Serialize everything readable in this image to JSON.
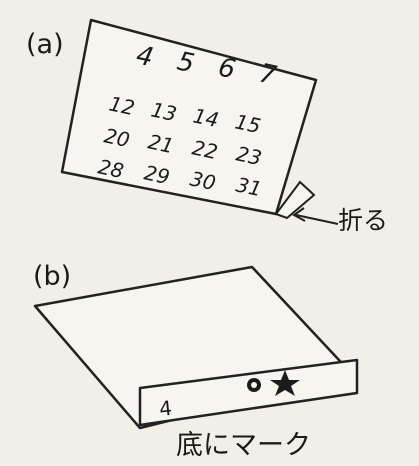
{
  "figure_a": {
    "label": "(a)",
    "calendar_rows": [
      [
        "4",
        "5",
        "6",
        "7"
      ],
      [
        "12",
        "13",
        "14",
        "15"
      ],
      [
        "20",
        "21",
        "22",
        "23"
      ],
      [
        "28",
        "29",
        "30",
        "31"
      ]
    ],
    "annotation": "折る"
  },
  "figure_b": {
    "label": "(b)",
    "strip_number": "4",
    "caption": "底にマーク"
  }
}
